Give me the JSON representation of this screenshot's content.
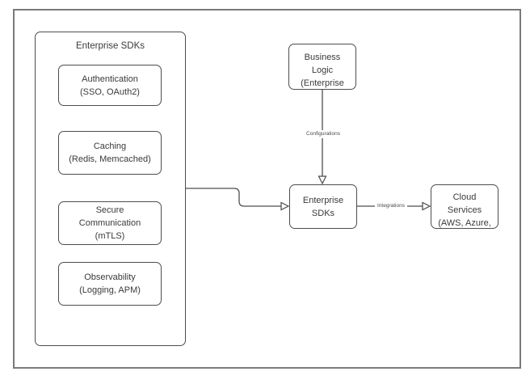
{
  "diagram": {
    "colors": {
      "shape_border": "#4d4d4d",
      "frame_border": "#7a7a7a",
      "text": "#3a3a3a",
      "background": "#ffffff"
    },
    "container": {
      "title": "Enterprise SDKs"
    },
    "nodes": {
      "authentication": {
        "label": "Authentication\n(SSO, OAuth2)"
      },
      "caching": {
        "label": "Caching\n(Redis, Memcached)"
      },
      "secure_communication": {
        "label": "Secure\nCommunication\n(mTLS)"
      },
      "observability": {
        "label": "Observability\n(Logging, APM)"
      },
      "business_logic": {
        "label": "Business\nLogic\n(Enterprise"
      },
      "enterprise_sdks": {
        "label": "Enterprise\nSDKs"
      },
      "cloud_services": {
        "label": "Cloud\nServices\n(AWS, Azure,"
      }
    },
    "edges": {
      "configurations": {
        "label": "Configurations"
      },
      "integrations": {
        "label": "Integrations"
      }
    }
  }
}
